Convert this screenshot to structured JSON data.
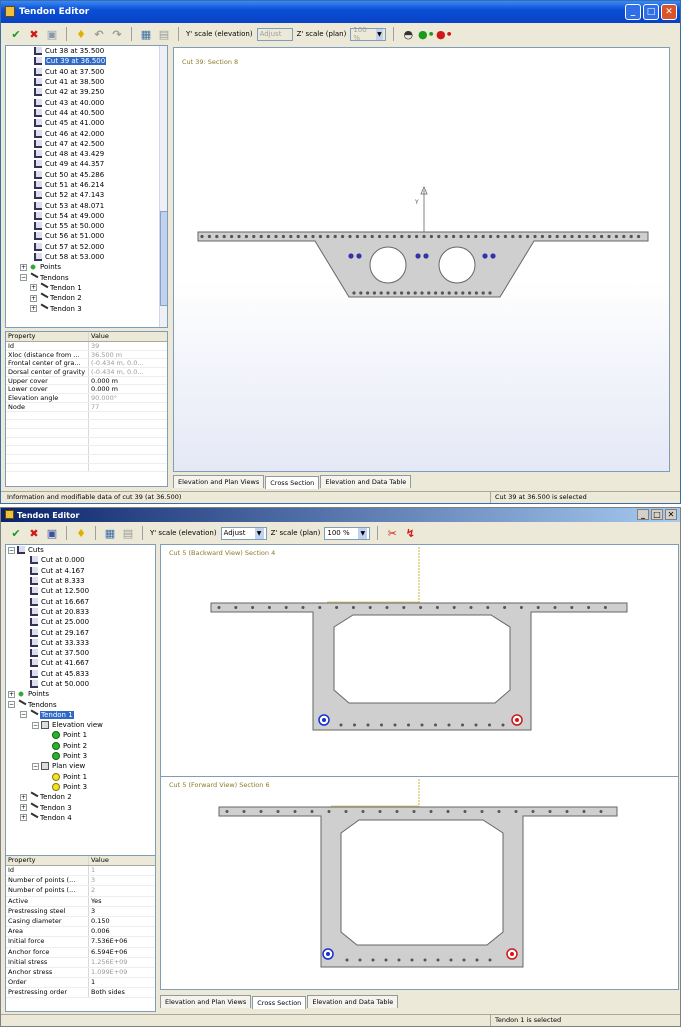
{
  "win1": {
    "title": "Tendon Editor",
    "toolbar": {
      "y_scale_label": "Y' scale (elevation)",
      "y_scale_value": "Adjust",
      "z_scale_label": "Z' scale (plan)",
      "z_scale_value": "100 %"
    },
    "tree": {
      "cuts": [
        "Cut 38 at 35.500",
        "Cut 39 at 36.500",
        "Cut 40 at 37.500",
        "Cut 41 at 38.500",
        "Cut 42 at 39.250",
        "Cut 43 at 40.000",
        "Cut 44 at 40.500",
        "Cut 45 at 41.000",
        "Cut 46 at 42.000",
        "Cut 47 at 42.500",
        "Cut 48 at 43.429",
        "Cut 49 at 44.357",
        "Cut 50 at 45.286",
        "Cut 51 at 46.214",
        "Cut 52 at 47.143",
        "Cut 53 at 48.071",
        "Cut 54 at 49.000",
        "Cut 55 at 50.000",
        "Cut 56 at 51.000",
        "Cut 57 at 52.000",
        "Cut 58 at 53.000"
      ],
      "selected": "Cut 39 at 36.500",
      "points_label": "Points",
      "tendons_label": "Tendons",
      "tendons": [
        "Tendon 1",
        "Tendon 2",
        "Tendon 3"
      ]
    },
    "props": {
      "header_property": "Property",
      "header_value": "Value",
      "rows": [
        {
          "name": "Id",
          "value": "39"
        },
        {
          "name": "Xloc (distance from ...",
          "value": "36.500 m"
        },
        {
          "name": "Frontal center of gra...",
          "value": "(-0.434 m, 0.0..."
        },
        {
          "name": "Dorsal center of gravity",
          "value": "(-0.434 m, 0.0..."
        },
        {
          "name": "Upper cover",
          "value": "0.000 m"
        },
        {
          "name": "Lower cover",
          "value": "0.000 m"
        },
        {
          "name": "Elevation angle",
          "value": "90.000°"
        },
        {
          "name": "Node",
          "value": "77"
        }
      ]
    },
    "view_label": "Cut 39: Section 8",
    "axis_label": "Y",
    "tabs": [
      "Elevation and Plan Views",
      "Cross Section",
      "Elevation and Data Table"
    ],
    "active_tab": "Cross Section",
    "status_left": "Information and modifiable data of cut 39 (at 36.500)",
    "status_right": "Cut 39 at 36.500 is selected"
  },
  "win2": {
    "title": "Tendon Editor",
    "toolbar": {
      "y_scale_label": "Y' scale (elevation)",
      "y_scale_value": "Adjust",
      "z_scale_label": "Z' scale (plan)",
      "z_scale_value": "100 %"
    },
    "tree": {
      "cuts_label": "Cuts",
      "cuts": [
        "Cut at 0.000",
        "Cut at 4.167",
        "Cut at 8.333",
        "Cut at 12.500",
        "Cut at 16.667",
        "Cut at 20.833",
        "Cut at 25.000",
        "Cut at 29.167",
        "Cut at 33.333",
        "Cut at 37.500",
        "Cut at 41.667",
        "Cut at 45.833",
        "Cut at 50.000"
      ],
      "points_label": "Points",
      "tendons_label": "Tendons",
      "tendon1": "Tendon 1",
      "elevation_view": "Elevation view",
      "elev_points": [
        "Point 1",
        "Point 2",
        "Point 3"
      ],
      "plan_view": "Plan view",
      "plan_points": [
        "Point 1",
        "Point 3"
      ],
      "other_tendons": [
        "Tendon 2",
        "Tendon 3",
        "Tendon 4"
      ]
    },
    "props": {
      "header_property": "Property",
      "header_value": "Value",
      "rows": [
        {
          "name": "Id",
          "value": "1"
        },
        {
          "name": "Number of points (...",
          "value": "3"
        },
        {
          "name": "Number of points (...",
          "value": "2"
        },
        {
          "name": "Active",
          "value": "Yes"
        },
        {
          "name": "Prestressing steel",
          "value": "3"
        },
        {
          "name": "Casing diameter",
          "value": "0.150"
        },
        {
          "name": "Area",
          "value": "0.006"
        },
        {
          "name": "Initial force",
          "value": "7.536E+06"
        },
        {
          "name": "Anchor force",
          "value": "6.594E+06"
        },
        {
          "name": "Initial stress",
          "value": "1.256E+09"
        },
        {
          "name": "Anchor stress",
          "value": "1.099E+09"
        },
        {
          "name": "Order",
          "value": "1"
        },
        {
          "name": "Prestressing order",
          "value": "Both sides"
        }
      ]
    },
    "view_top_label": "Cut 5 (Backward View) Section 4",
    "view_bottom_label": "Cut 5 (Forward View) Section 6",
    "tabs": [
      "Elevation and Plan Views",
      "Cross Section",
      "Elevation and Data Table"
    ],
    "active_tab": "Cross Section",
    "status_right": "Tendon 1 is selected"
  }
}
